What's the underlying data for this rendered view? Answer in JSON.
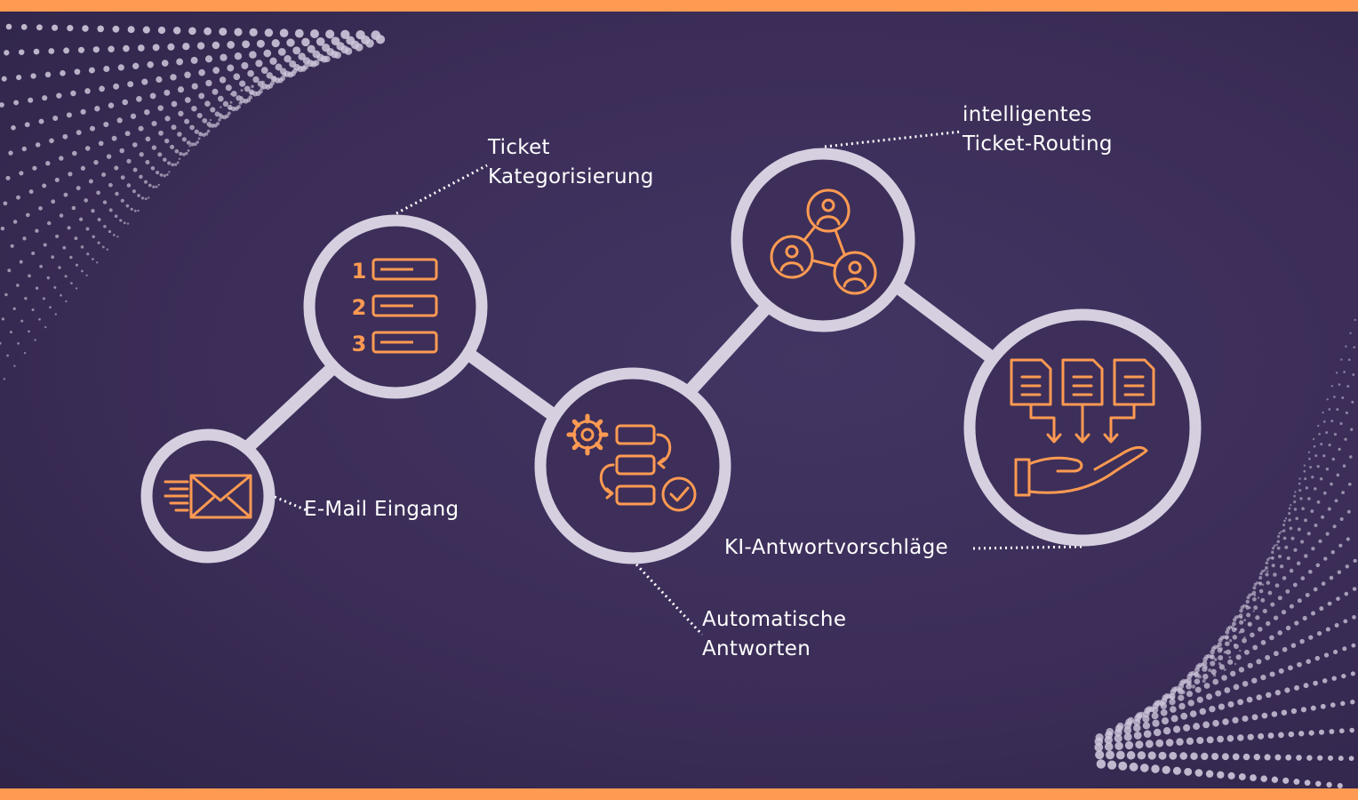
{
  "colors": {
    "accent": "#ff9a52",
    "background": "#3d2f59",
    "ring": "#d5cfe0",
    "text": "#ffffff"
  },
  "steps": [
    {
      "icon": "envelope-icon",
      "lines": [
        "E-Mail Eingang"
      ]
    },
    {
      "icon": "numbered-list-icon",
      "lines": [
        "Ticket",
        "Kategorisierung"
      ]
    },
    {
      "icon": "workflow-gear-icon",
      "lines": [
        "Automatische",
        "Antworten"
      ]
    },
    {
      "icon": "network-people-icon",
      "lines": [
        "intelligentes",
        "Ticket-Routing"
      ]
    },
    {
      "icon": "documents-hand-icon",
      "lines": [
        "KI-Antwortvorschläge"
      ]
    }
  ],
  "list_numbers": [
    "1",
    "2",
    "3"
  ]
}
